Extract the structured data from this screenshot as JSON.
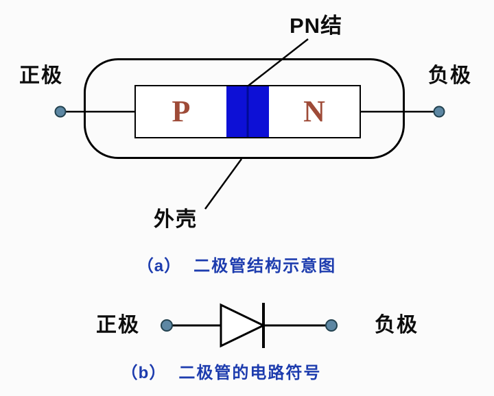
{
  "colors": {
    "background": "#fbfbfb",
    "line": "#000000",
    "junction_blue": "#0d10d6",
    "junction_line": "#000a96",
    "pn_letter": "#9e4b38",
    "caption_blue": "#1d3cae",
    "terminal_fill": "#5d87a3",
    "terminal_stroke": "#23424f"
  },
  "structure": {
    "pn_junction_label": "PN结",
    "anode_label": "正极",
    "cathode_label": "负极",
    "p_region_label": "P",
    "n_region_label": "N",
    "case_label": "外壳",
    "caption_index": "（a）",
    "caption_text": "二极管结构示意图"
  },
  "symbol": {
    "anode_label": "正极",
    "cathode_label": "负极",
    "caption_index": "（b）",
    "caption_text": "二极管的电路符号"
  }
}
